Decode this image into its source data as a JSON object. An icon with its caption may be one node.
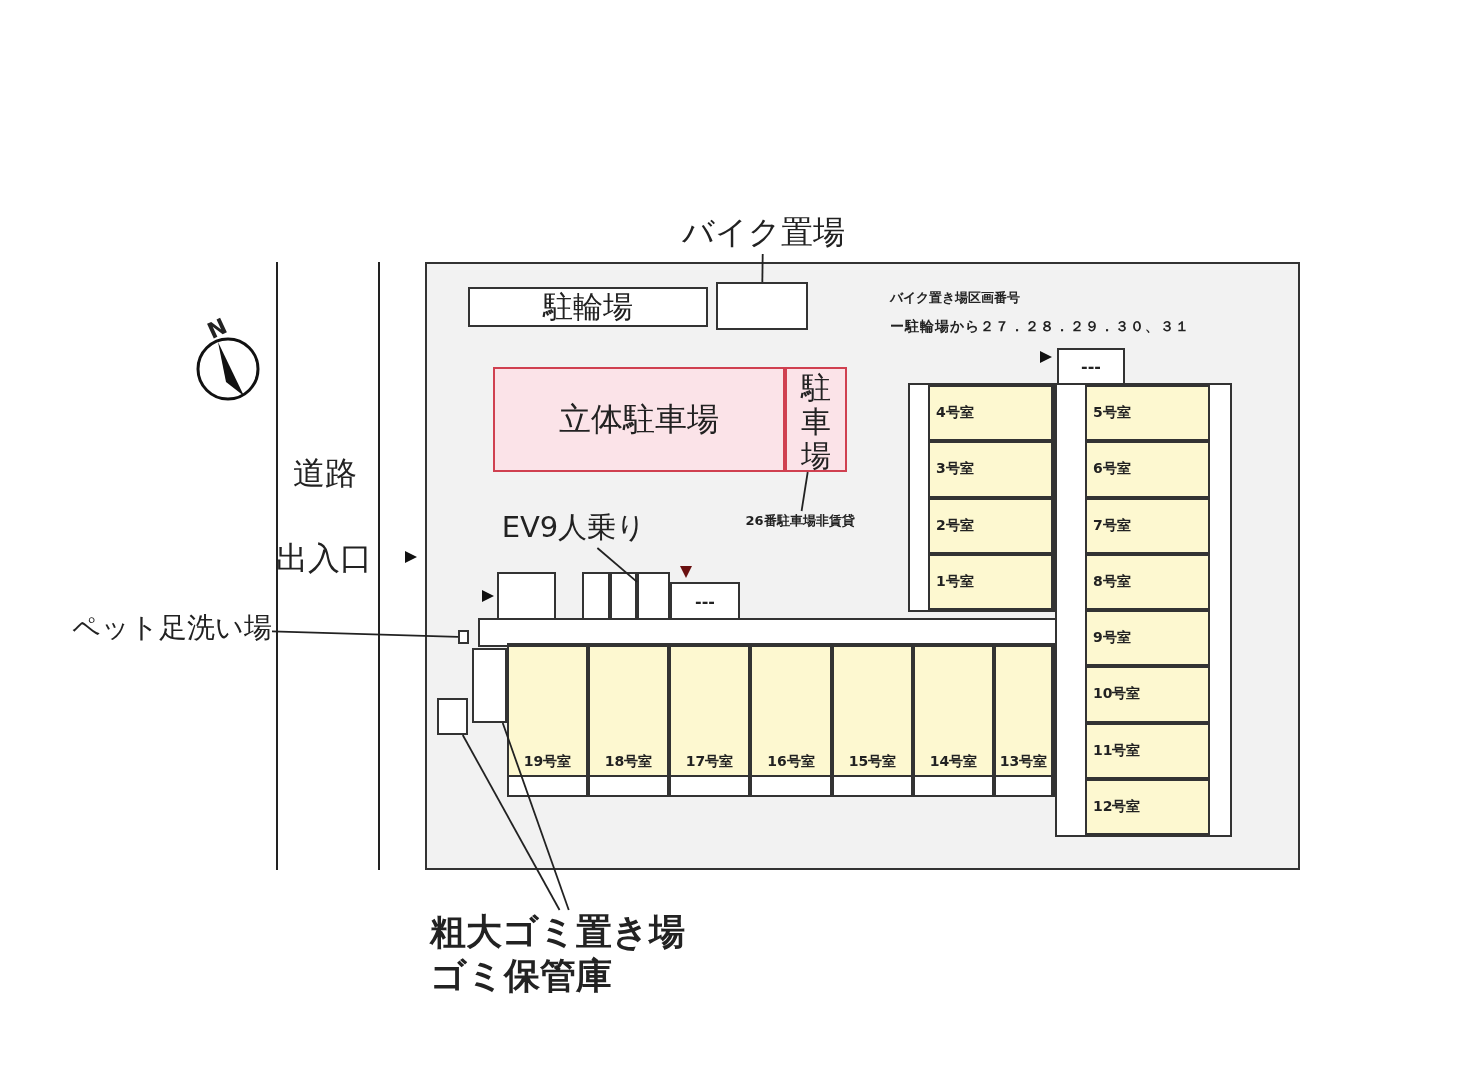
{
  "diagram": {
    "nodes": [
      {
        "text": [],
        "shape": "box"
      },
      {
        "text": [
          "駐輪場"
        ],
        "in": 0
      },
      {
        "text": [],
        "shape": "box",
        "in": 0
      },
      {
        "text": [
          "バイク置場"
        ]
      },
      {
        "text": [
          "立体駐車場"
        ],
        "in": 0
      },
      {
        "text": [
          "駐車場"
        ],
        "in": 0
      },
      {
        "text": [
          "26番駐車場非賃貸"
        ],
        "in": 0
      },
      {
        "text": [
          "---"
        ],
        "in": 0
      },
      {
        "text": [
          "EV9人乗り"
        ],
        "in": 0
      },
      {
        "text": [],
        "shape": "box",
        "in": 0
      },
      {
        "text": [],
        "shape": "box",
        "in": 0
      },
      {
        "text": [],
        "shape": "box",
        "in": 0
      },
      {
        "text": [],
        "shape": "box",
        "in": 0
      },
      {
        "text": [
          "---"
        ],
        "in": 0
      },
      {
        "text": [
          "ペット足洗い場"
        ]
      },
      {
        "text": [],
        "shape": "box",
        "in": 0
      },
      {
        "text": [],
        "shape": "box",
        "in": 0
      },
      {
        "text": [],
        "shape": "box",
        "in": 0
      },
      {
        "text": [
          "粗大ゴミ置き場",
          "ゴミ保管庫"
        ]
      },
      {
        "text": [
          "4号室"
        ],
        "in": 0
      },
      {
        "text": [
          "3号室"
        ],
        "in": 0
      },
      {
        "text": [
          "2号室"
        ],
        "in": 0
      },
      {
        "text": [
          "1号室"
        ],
        "in": 0
      },
      {
        "text": [
          "5号室"
        ],
        "in": 0
      },
      {
        "text": [
          "6号室"
        ],
        "in": 0
      },
      {
        "text": [
          "7号室"
        ],
        "in": 0
      },
      {
        "text": [
          "8号室"
        ],
        "in": 0
      },
      {
        "text": [
          "9号室"
        ],
        "in": 0
      },
      {
        "text": [
          "10号室"
        ],
        "in": 0
      },
      {
        "text": [
          "11号室"
        ],
        "in": 0
      },
      {
        "text": [
          "12号室"
        ],
        "in": 0
      },
      {
        "text": [
          "19号室"
        ],
        "in": 0
      },
      {
        "text": [
          "18号室"
        ],
        "in": 0
      },
      {
        "text": [
          "17号室"
        ],
        "in": 0
      },
      {
        "text": [
          "16号室"
        ],
        "in": 0
      },
      {
        "text": [
          "15号室"
        ],
        "in": 0
      },
      {
        "text": [
          "14号室"
        ],
        "in": 0
      },
      {
        "text": [
          "13号室"
        ],
        "in": 0
      }
    ],
    "edges": [
      {
        "from": 3,
        "to": 2,
        "arrow": "none"
      },
      {
        "from": 6,
        "to": 5,
        "arrow": "none"
      },
      {
        "from": 8,
        "to": 12,
        "arrow": "none"
      },
      {
        "from": 14,
        "to": 15,
        "arrow": "none"
      },
      {
        "from": 18,
        "to": 17,
        "arrow": "none"
      },
      {
        "from": 18,
        "to": 16,
        "arrow": "none"
      }
    ],
    "labels": [
      "N",
      "バイク置き場区画番号",
      "ー駐輪場から２７．２８．２９．３０、３１",
      "道路",
      "出入口"
    ]
  }
}
